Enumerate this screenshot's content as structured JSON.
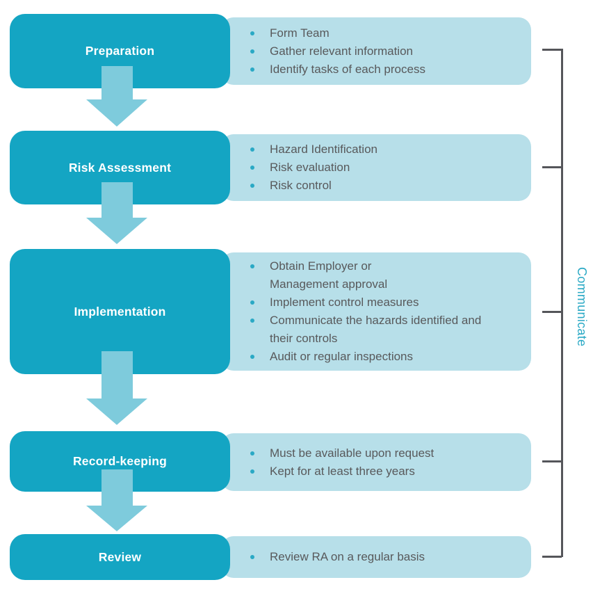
{
  "diagram": {
    "side_label": "Communicate",
    "stages": [
      {
        "label": "Preparation",
        "bullets": [
          "Form Team",
          "Gather relevant information",
          "Identify tasks of each process"
        ]
      },
      {
        "label": "Risk Assessment",
        "bullets": [
          "Hazard Identification",
          "Risk evaluation",
          "Risk control"
        ]
      },
      {
        "label": "Implementation",
        "bullets": [
          "Obtain Employer or\nManagement approval",
          "Implement control measures",
          "Communicate the hazards identified and\ntheir controls",
          "Audit or regular inspections"
        ]
      },
      {
        "label": "Record-keeping",
        "bullets": [
          "Must be available upon request",
          "Kept for at least three years"
        ]
      },
      {
        "label": "Review",
        "bullets": [
          "Review RA on a regular basis"
        ]
      }
    ],
    "colors": {
      "stage_box": "#14a5c3",
      "detail_box": "#b7dfe9",
      "arrow": "#7ecbdc",
      "bullet_text": "#58595b",
      "bracket": "#55565a",
      "side_label_color": "#2aa9c5",
      "stage_label_color": "#ffffff"
    }
  }
}
